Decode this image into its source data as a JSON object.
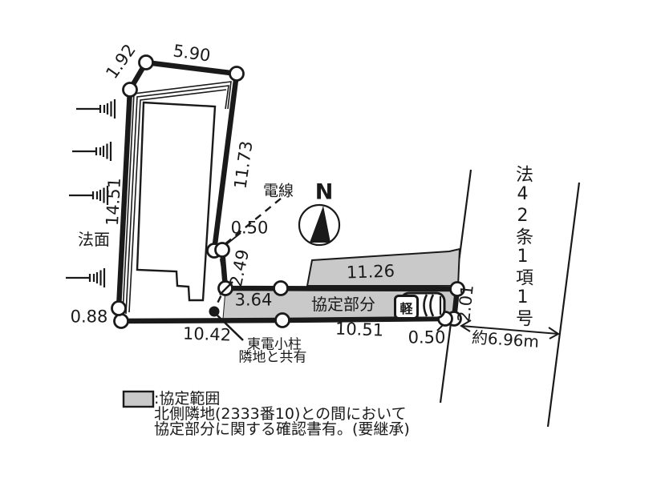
{
  "legend": {
    "swatch_label": ":協定範囲",
    "note_line1": "北側隣地(2333番10)との間において",
    "note_line2": "協定部分に関する確認書有。(要継承)"
  },
  "compass": {
    "north_label": "N"
  },
  "road": {
    "designation": "法42条1項1号",
    "width_label": "約6.96m"
  },
  "site": {
    "slope_label": "法面",
    "power_line_label": "電線",
    "agreement_label": "協定部分",
    "pole_label_line1": "東電小柱",
    "pole_label_line2": "隣地と共有",
    "car_label": "軽"
  },
  "dimensions": {
    "d_192": "1.92",
    "d_590": "5.90",
    "d_1173": "11.73",
    "d_1451": "14.51",
    "d_088": "0.88",
    "d_1042": "10.42",
    "d_050_wire": "0.50",
    "d_249": "2.49",
    "d_364": "3.64",
    "d_1126": "11.26",
    "d_1051": "10.51",
    "d_050_road": "0.50",
    "d_201": "2.01"
  },
  "colors": {
    "agreement_fill": "#c9c9c9",
    "ink": "#1a1a1a"
  }
}
